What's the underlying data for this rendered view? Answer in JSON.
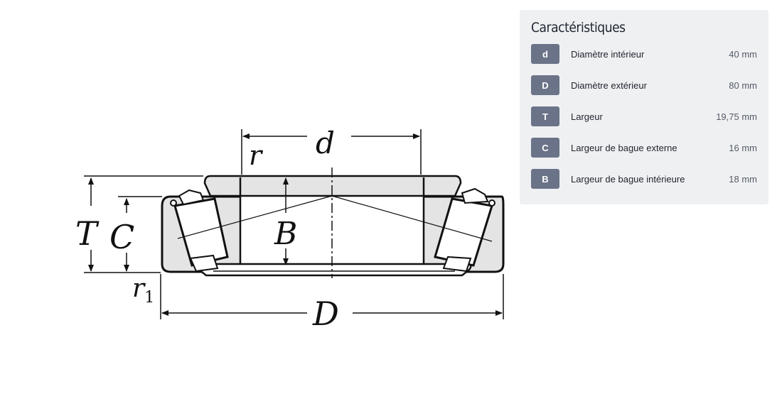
{
  "diagram": {
    "labels": {
      "d": "d",
      "r": "r",
      "T": "T",
      "C": "C",
      "B": "B",
      "r1_main": "r",
      "r1_sub": "1",
      "D": "D"
    }
  },
  "panel": {
    "title": "Caractéristiques",
    "rows": [
      {
        "symbol": "d",
        "label": "Diamètre intérieur",
        "value": "40 mm"
      },
      {
        "symbol": "D",
        "label": "Diamètre extérieur",
        "value": "80 mm"
      },
      {
        "symbol": "T",
        "label": "Largeur",
        "value": "19,75 mm"
      },
      {
        "symbol": "C",
        "label": "Largeur de bague externe",
        "value": "16 mm"
      },
      {
        "symbol": "B",
        "label": "Largeur de bague intérieure",
        "value": "18 mm"
      }
    ]
  },
  "colors": {
    "panel_bg": "#eef0f2",
    "badge_bg": "#6b7388",
    "ring_fill": "#e4e4e4",
    "line": "#111111"
  }
}
